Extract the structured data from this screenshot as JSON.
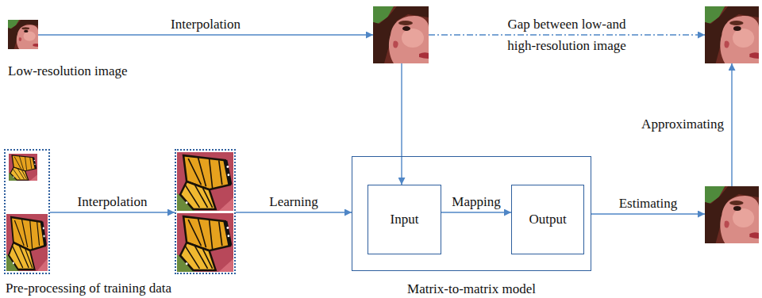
{
  "diagram": {
    "nodes": [
      {
        "text": [
          "Low-resolution image"
        ]
      },
      {
        "text": []
      },
      {
        "text": []
      },
      {
        "text": [
          "Pre-processing of training data"
        ]
      },
      {
        "text": []
      },
      {
        "text": [
          "Matrix-to-matrix model"
        ]
      },
      {
        "text": [
          "Input"
        ],
        "in": 5
      },
      {
        "text": [
          "Output"
        ],
        "in": 5
      },
      {
        "text": []
      }
    ],
    "edges": [
      {
        "from": 0,
        "to": 1,
        "arrow": "to",
        "label": "Interpolation"
      },
      {
        "from": 1,
        "to": 2,
        "arrow": "to",
        "label": "Gap between low-and high-resolution image"
      },
      {
        "from": 1,
        "to": 6,
        "arrow": "to"
      },
      {
        "from": 3,
        "to": 4,
        "arrow": "to",
        "label": "Interpolation"
      },
      {
        "from": 4,
        "to": 5,
        "arrow": "to",
        "label": "Learning"
      },
      {
        "from": 6,
        "to": 7,
        "arrow": "to",
        "label": "Mapping"
      },
      {
        "from": 5,
        "to": 8,
        "arrow": "to",
        "label": "Estimating"
      },
      {
        "from": 8,
        "to": 2,
        "arrow": "to",
        "label": "Approximating"
      }
    ]
  }
}
